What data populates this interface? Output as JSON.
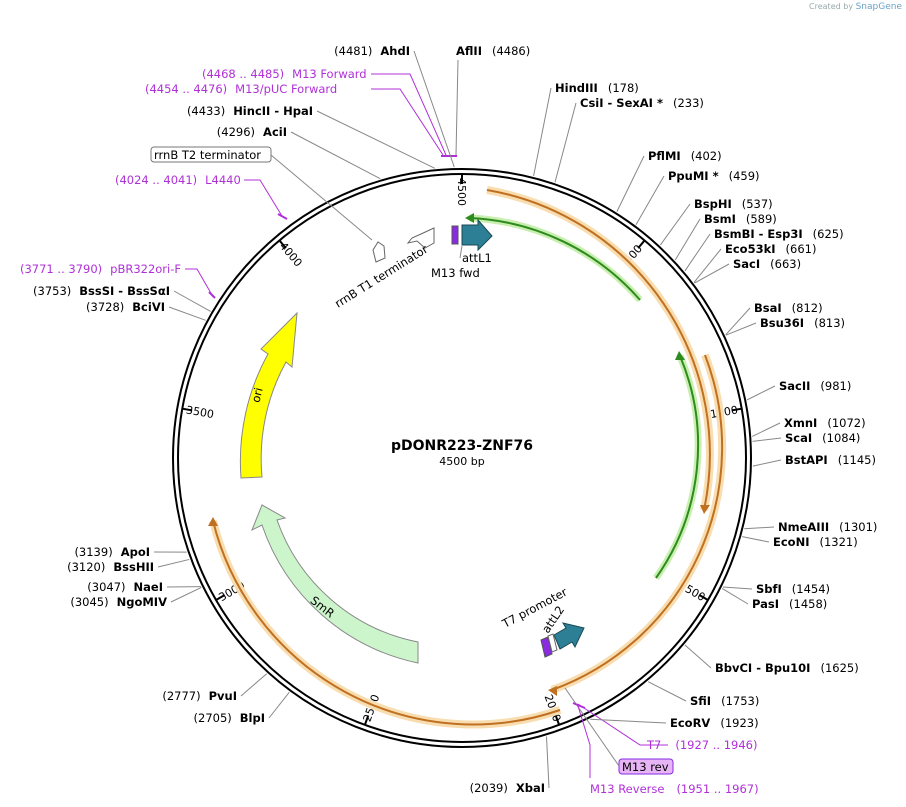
{
  "app": {
    "created_by": "Created by",
    "brand": "SnapGene"
  },
  "plasmid": {
    "name": "pDONR223-ZNF76",
    "length_label": "4500 bp",
    "length": 4500
  },
  "ticks": [
    {
      "pos": 500,
      "label": "500"
    },
    {
      "pos": 1000,
      "label": "1000"
    },
    {
      "pos": 1500,
      "label": "1500"
    },
    {
      "pos": 2000,
      "label": "2000"
    },
    {
      "pos": 2500,
      "label": "2500"
    },
    {
      "pos": 3000,
      "label": "3000"
    },
    {
      "pos": 3500,
      "label": "3500"
    },
    {
      "pos": 4000,
      "label": "4000"
    },
    {
      "pos": 4500,
      "label": "4500"
    }
  ],
  "enzymes_right": [
    {
      "name": "HindIII",
      "pos": "(178)",
      "site": 178
    },
    {
      "name": "CsiI  - SexAI *",
      "pos": "(233)",
      "site": 233
    },
    {
      "name": "PflMI",
      "pos": "(402)",
      "site": 402
    },
    {
      "name": "PpuMI *",
      "pos": "(459)",
      "site": 459
    },
    {
      "name": "BspHI",
      "pos": "(537)",
      "site": 537
    },
    {
      "name": "BsmI",
      "pos": "(589)",
      "site": 589
    },
    {
      "name": "BsmBI  - Esp3I",
      "pos": "(625)",
      "site": 625
    },
    {
      "name": "Eco53kI",
      "pos": "(661)",
      "site": 661
    },
    {
      "name": "SacI",
      "pos": "(663)",
      "site": 663
    },
    {
      "name": "BsaI",
      "pos": "(812)",
      "site": 812
    },
    {
      "name": "Bsu36I",
      "pos": "(813)",
      "site": 813
    },
    {
      "name": "SacII",
      "pos": "(981)",
      "site": 981
    },
    {
      "name": "XmnI",
      "pos": "(1072)",
      "site": 1072
    },
    {
      "name": "ScaI",
      "pos": "(1084)",
      "site": 1084
    },
    {
      "name": "BstAPI",
      "pos": "(1145)",
      "site": 1145
    },
    {
      "name": "NmeAIII",
      "pos": "(1301)",
      "site": 1301
    },
    {
      "name": "EcoNI",
      "pos": "(1321)",
      "site": 1321
    },
    {
      "name": "SbfI",
      "pos": "(1454)",
      "site": 1454
    },
    {
      "name": "PasI",
      "pos": "(1458)",
      "site": 1458
    },
    {
      "name": "BbvCI  - Bpu10I",
      "pos": "(1625)",
      "site": 1625
    },
    {
      "name": "SfiI",
      "pos": "(1753)",
      "site": 1753
    },
    {
      "name": "EcoRV",
      "pos": "(1923)",
      "site": 1923
    }
  ],
  "enzymes_left": [
    {
      "name": "AhdI",
      "pos": "(4481)",
      "site": 4481
    },
    {
      "name": "HincII  - HpaI",
      "pos": "(4433)",
      "site": 4433
    },
    {
      "name": "AciI",
      "pos": "(4296)",
      "site": 4296
    },
    {
      "name": "BssSI  - BssSαI",
      "pos": "(3753)",
      "site": 3753
    },
    {
      "name": "BciVI",
      "pos": "(3728)",
      "site": 3728
    },
    {
      "name": "ApoI",
      "pos": "(3139)",
      "site": 3139
    },
    {
      "name": "BssHII",
      "pos": "(3120)",
      "site": 3120
    },
    {
      "name": "NaeI",
      "pos": "(3047)",
      "site": 3047
    },
    {
      "name": "NgoMIV",
      "pos": "(3045)",
      "site": 3045
    },
    {
      "name": "PvuI",
      "pos": "(2777)",
      "site": 2777
    },
    {
      "name": "BlpI",
      "pos": "(2705)",
      "site": 2705
    },
    {
      "name": "XbaI",
      "pos": "(2039)",
      "site": 2039
    }
  ],
  "enzyme_top": {
    "name": "AflII",
    "pos": "(4486)",
    "site": 4486
  },
  "primers": [
    {
      "name": "M13 Forward",
      "range": "(4468 .. 4485)"
    },
    {
      "name": "M13/pUC Forward",
      "range": "(4454 .. 4476)"
    },
    {
      "name": "L4440",
      "range": "(4024 .. 4041)"
    },
    {
      "name": "pBR322ori-F",
      "range": "(3771 .. 3790)"
    },
    {
      "name": "T7",
      "range": "(1927 .. 1946)"
    },
    {
      "name": "M13 Reverse",
      "range": "(1951 .. 1967)"
    }
  ],
  "features": {
    "rrnb_t2": "rrnB T2 terminator",
    "rrnb_t1": "rrnB T1 terminator",
    "attl1": "attL1",
    "m13_fwd": "M13 fwd",
    "ori": "ori",
    "smr": "SmR",
    "t7_promoter": "T7 promoter",
    "attl2": "attL2",
    "m13_rev": "M13 rev"
  },
  "colors": {
    "primer": "#b030d8",
    "orf_orange": "#e8a33a",
    "orf_green": "#4caf2a",
    "ori": "#ffff00",
    "smr": "#ccf5cc",
    "att": "#2c7f94",
    "primer_feature": "#8a2be2"
  }
}
